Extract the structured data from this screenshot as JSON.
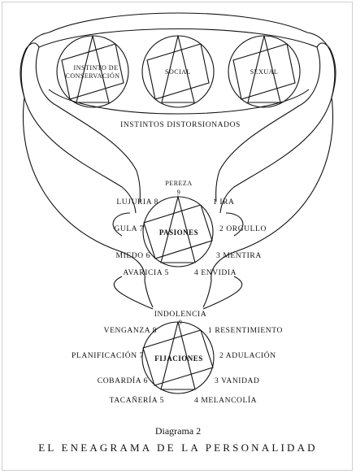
{
  "top": {
    "circles": [
      "INSTINTO DE",
      "CONSERVACIÓN",
      "SOCIAL",
      "SEXUAL"
    ],
    "distorted_label": "INSTINTOS DISTORSIONADOS"
  },
  "pasiones": {
    "center": "PASIONES",
    "top_label": "PEREZA",
    "p9": "9",
    "p8": "LUJURIA 8",
    "p1": "1 IRA",
    "p7": "GULA 7",
    "p2": "2 ORGULLO",
    "p6": "MIEDO 6",
    "p3": "3 MENTIRA",
    "p5": "AVARICIA   5",
    "p4": "4 ENVIDIA"
  },
  "fijaciones": {
    "center": "FIJACIONES",
    "top_label": "INDOLENCIA",
    "p9": "9",
    "p8": "VENGANZA 8",
    "p1": "1 RESENTIMIENTO",
    "p7": "PLANIFICACIÓN 7",
    "p2": "2 ADULACIÓN",
    "p6": "COBARDÍA 6",
    "p3": "3 VANIDAD",
    "p5": "TACAÑERÍA  5",
    "p4": "4 MELANCOLÍA"
  },
  "caption": {
    "line1": "Diagrama 2",
    "line2": "EL ENEAGRAMA DE LA PERSONALIDAD"
  }
}
